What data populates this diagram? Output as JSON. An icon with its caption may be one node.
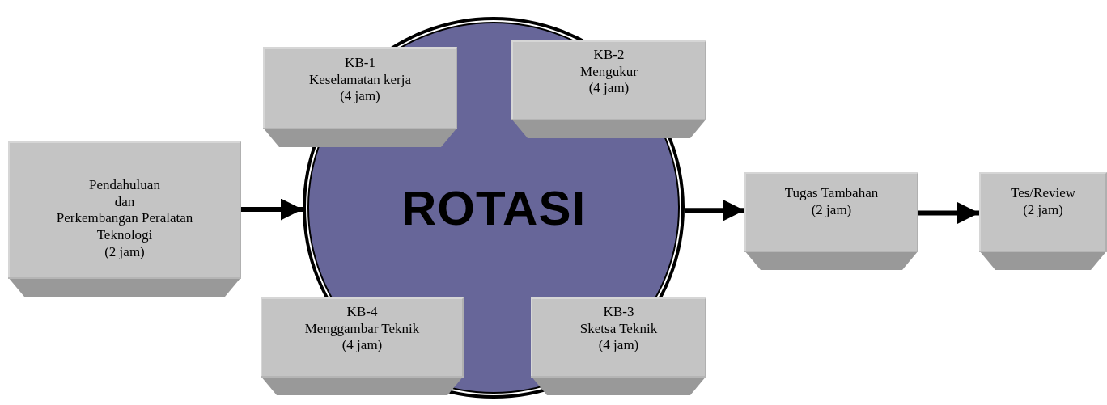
{
  "diagram": {
    "nodes": [
      {
        "text": [
          "Pendahuluan",
          "dan",
          "Perkembangan Peralatan Teknologi",
          "(2 jam)"
        ]
      },
      {
        "text": [
          "ROTASI"
        ]
      },
      {
        "text": [
          "KB-1",
          "Keselamatan kerja",
          "(4 jam)"
        ]
      },
      {
        "text": [
          "KB-2",
          "Mengukur",
          "(4 jam)"
        ]
      },
      {
        "text": [
          "KB-4",
          "Menggambar Teknik",
          "(4 jam)"
        ]
      },
      {
        "text": [
          "KB-3",
          "Sketsa Teknik",
          "(4 jam)"
        ]
      },
      {
        "text": [
          "Tugas Tambahan",
          "(2 jam)"
        ]
      },
      {
        "text": [
          "Tes/Review",
          "(2 jam)"
        ]
      }
    ],
    "edges": [
      {
        "from": 0,
        "to": 1,
        "arrow": "to"
      },
      {
        "from": 1,
        "to": 6,
        "arrow": "to"
      },
      {
        "from": 6,
        "to": 7,
        "arrow": "to"
      }
    ]
  }
}
